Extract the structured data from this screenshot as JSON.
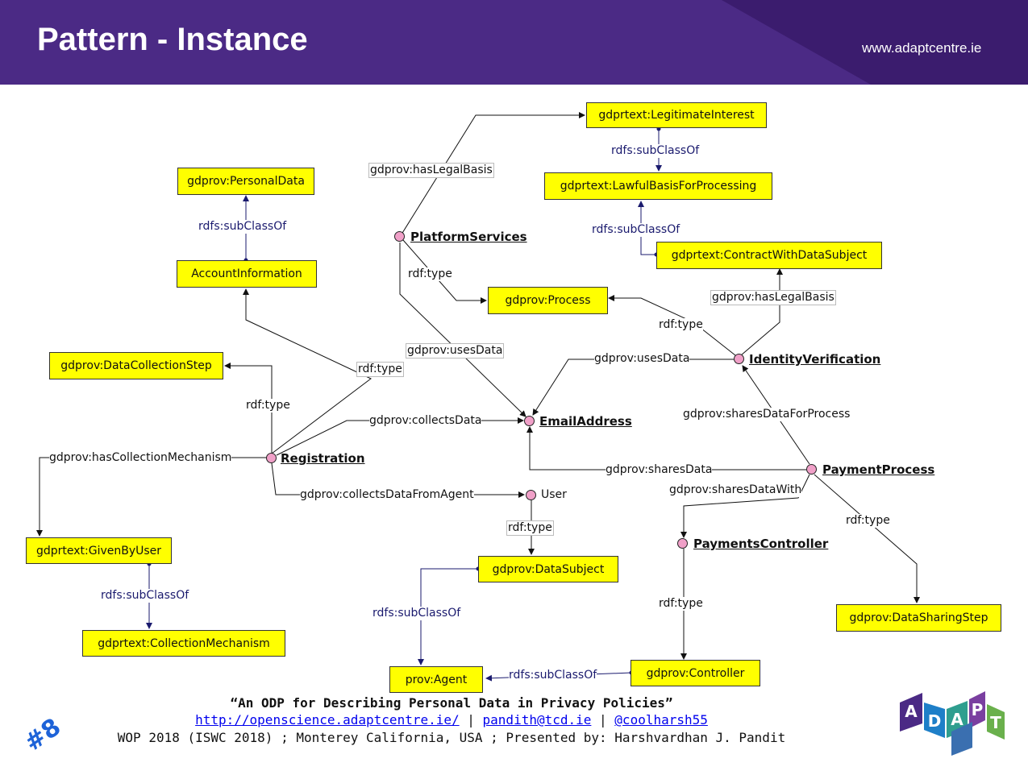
{
  "header": {
    "title": "Pattern - Instance",
    "url": "www.adaptcentre.ie",
    "colors": {
      "banner_dark": "#3b1c6e",
      "banner_light": "#4b2a85"
    }
  },
  "diagram": {
    "classes": {
      "legitimate_interest": "gdprtext:LegitimateInterest",
      "lawful_basis": "gdprtext:LawfulBasisForProcessing",
      "contract_with_subject": "gdprtext:ContractWithDataSubject",
      "personal_data": "gdprov:PersonalData",
      "account_information": "AccountInformation",
      "process": "gdprov:Process",
      "data_collection_step": "gdprov:DataCollectionStep",
      "given_by_user": "gdprtext:GivenByUser",
      "collection_mechanism": "gdprtext:CollectionMechanism",
      "data_subject": "gdprov:DataSubject",
      "prov_agent": "prov:Agent",
      "controller": "gdprov:Controller",
      "data_sharing_step": "gdprov:DataSharingStep"
    },
    "individuals": {
      "platform_services": "PlatformServices",
      "identity_verification": "IdentityVerification",
      "email_address": "EmailAddress",
      "registration": "Registration",
      "user": "User",
      "payment_process": "PaymentProcess",
      "payments_controller": "PaymentsController"
    },
    "edges": {
      "has_legal_basis_1": "gdprov:hasLegalBasis",
      "subclass_legit": "rdfs:subClassOf",
      "subclass_contract": "rdfs:subClassOf",
      "subclass_account": "rdfs:subClassOf",
      "type_platform": "rdf:type",
      "has_legal_basis_2": "gdprov:hasLegalBasis",
      "type_identity": "rdf:type",
      "uses_data_platform": "gdprov:usesData",
      "uses_data_identity": "gdprov:usesData",
      "type_account": "rdf:type",
      "type_registration": "rdf:type",
      "shares_data_for_process": "gdprov:sharesDataForProcess",
      "collects_data": "gdprov:collectsData",
      "has_collection_mechanism": "gdprov:hasCollectionMechanism",
      "shares_data": "gdprov:sharesData",
      "collects_data_from_agent": "gdprov:collectsDataFromAgent",
      "shares_data_with": "gdprov:sharesDataWith",
      "type_user": "rdf:type",
      "type_payment": "rdf:type",
      "subclass_given_by_user": "rdfs:subClassOf",
      "type_controller": "rdf:type",
      "subclass_data_subject": "rdfs:subClassOf",
      "subclass_controller": "rdfs:subClassOf"
    }
  },
  "footer": {
    "quote": "“An ODP for Describing Personal Data in Privacy Policies”",
    "link_site": "http://openscience.adaptcentre.ie/",
    "separator_1": " | ",
    "link_email": "pandith@tcd.ie",
    "separator_2": " | ",
    "link_twitter": "@coolharsh55",
    "credits": "WOP 2018 (ISWC 2018) ; Monterey California, USA ; Presented by: Harshvardhan J. Pandit",
    "slide_number": "#8"
  },
  "logo": {
    "letters": [
      "A",
      "D",
      "A",
      "P",
      "T"
    ],
    "colors": [
      "#4b2a85",
      "#1e7fc8",
      "#2f9e8f",
      "#7a3fa0",
      "#6ab04c"
    ]
  }
}
